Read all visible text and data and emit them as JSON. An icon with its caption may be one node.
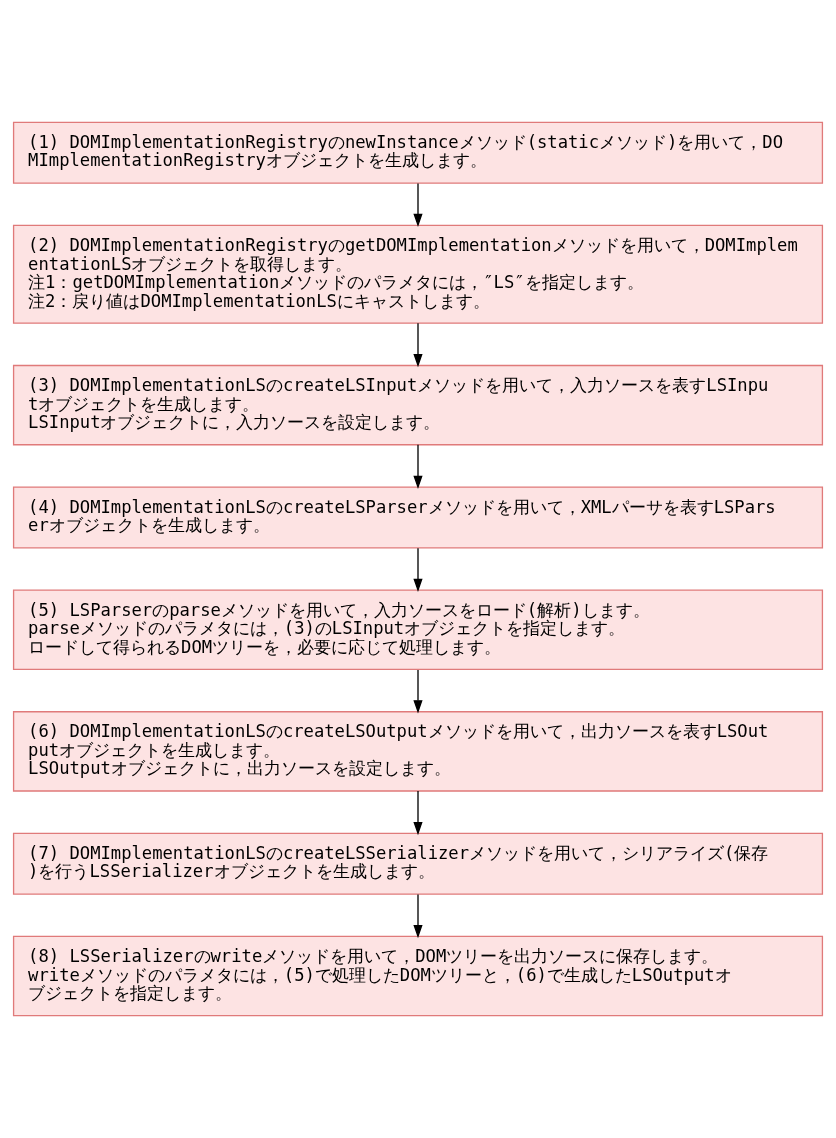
{
  "diagram": {
    "nodes": [
      {
        "text": [
          "(1) DOMImplementationRegistryのnewInstanceメソッド(staticメソッド)を用いて，DOMImplementationRegistryオブジェクトを生成します。"
        ]
      },
      {
        "text": [
          "(2) DOMImplementationRegistryのgetDOMImplementationメソッドを用いて，DOMImplementationLSオブジェクトを取得します。",
          "注1：getDOMImplementationメソッドのパラメタには，″LS″を指定します。",
          "注2：戻り値はDOMImplementationLSにキャストします。"
        ]
      },
      {
        "text": [
          "(3) DOMImplementationLSのcreateLSInputメソッドを用いて，入力ソースを表すLSInputオブジェクトを生成します。",
          "LSInputオブジェクトに，入力ソースを設定します。"
        ]
      },
      {
        "text": [
          "(4) DOMImplementationLSのcreateLSParserメソッドを用いて，XMLパーサを表すLSParserオブジェクトを生成します。"
        ]
      },
      {
        "text": [
          "(5) LSParserのparseメソッドを用いて，入力ソースをロード(解析)します。",
          "parseメソッドのパラメタには，(3)のLSInputオブジェクトを指定します。",
          "ロードして得られるDOMツリーを，必要に応じて処理します。"
        ]
      },
      {
        "text": [
          "(6) DOMImplementationLSのcreateLSOutputメソッドを用いて，出力ソースを表すLSOutputオブジェクトを生成します。",
          "LSOutputオブジェクトに，出力ソースを設定します。"
        ]
      },
      {
        "text": [
          "(7) DOMImplementationLSのcreateLSSerializerメソッドを用いて，シリアライズ(保存)を行うLSSerializerオブジェクトを生成します。"
        ]
      },
      {
        "text": [
          "(8) LSSerializerのwriteメソッドを用いて，DOMツリーを出力ソースに保存します。",
          "writeメソッドのパラメタには，(5)で処理したDOMツリーと，(6)で生成したLSOutputオブジェクトを指定します。"
        ]
      }
    ],
    "edges": [
      {
        "from": 0,
        "to": 1,
        "arrow": "to"
      },
      {
        "from": 1,
        "to": 2,
        "arrow": "to"
      },
      {
        "from": 2,
        "to": 3,
        "arrow": "to"
      },
      {
        "from": 3,
        "to": 4,
        "arrow": "to"
      },
      {
        "from": 4,
        "to": 5,
        "arrow": "to"
      },
      {
        "from": 5,
        "to": 6,
        "arrow": "to"
      },
      {
        "from": 6,
        "to": 7,
        "arrow": "to"
      }
    ]
  }
}
